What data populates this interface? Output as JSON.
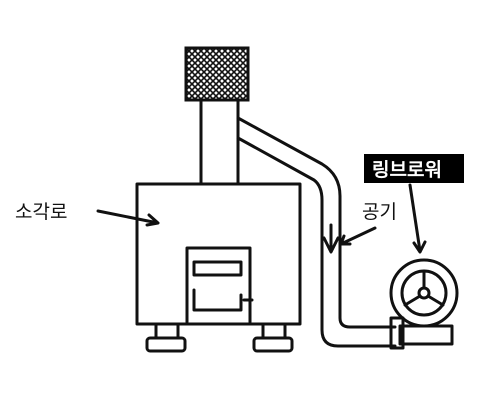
{
  "labels": {
    "incinerator": "소각로",
    "air": "공기",
    "ring_blower": "링브로워"
  },
  "colors": {
    "ink": "#111111",
    "background": "#ffffff",
    "label_box": "#000000",
    "label_box_text": "#ffffff"
  }
}
